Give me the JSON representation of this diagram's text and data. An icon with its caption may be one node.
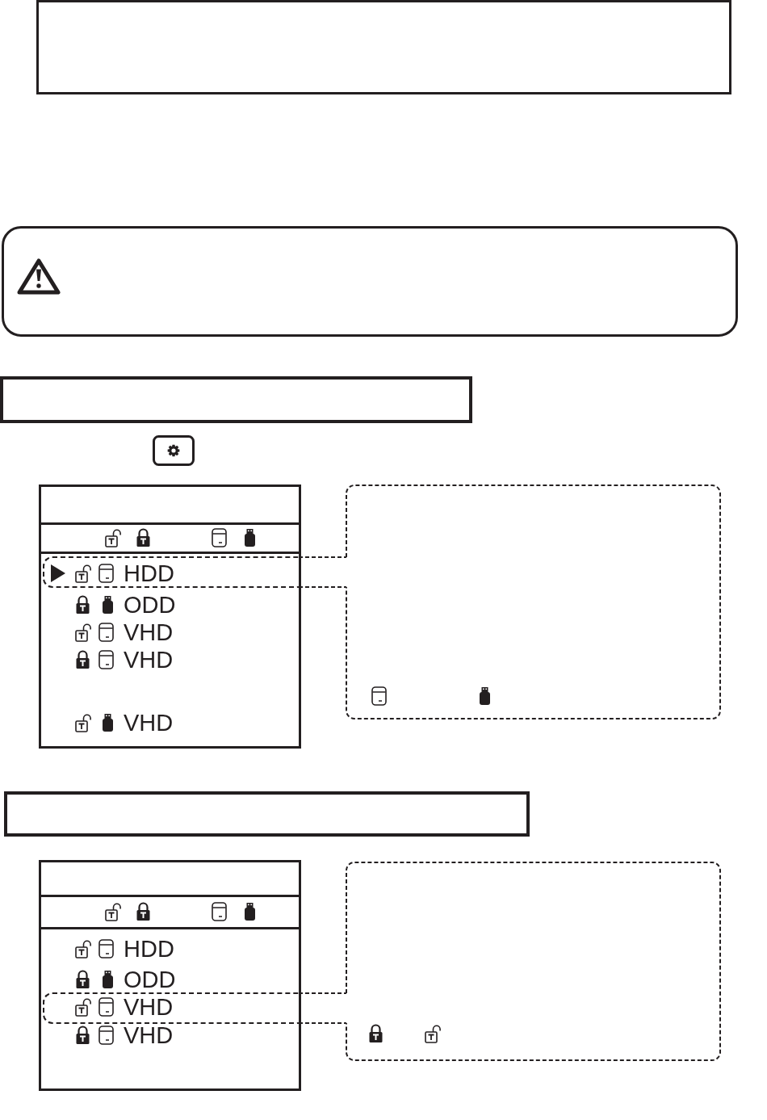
{
  "diagram": {
    "nodes": [
      {
        "text": [],
        "shape": "box"
      },
      {
        "text": [],
        "shape": "box"
      },
      {
        "text": [],
        "shape": "box"
      },
      {
        "text": [
          "ODD",
          "VHD",
          "VHD",
          "VHD"
        ]
      },
      {
        "text": [
          "HDD"
        ],
        "in": 3
      },
      {
        "text": [],
        "shape": "box"
      },
      {
        "text": [],
        "shape": "box"
      },
      {
        "text": [
          "HDD",
          "ODD",
          "VHD"
        ]
      },
      {
        "text": [
          "VHD"
        ],
        "in": 7
      },
      {
        "text": [],
        "shape": "box"
      }
    ],
    "edges": [
      {
        "from": 4,
        "to": 5,
        "arrow": "none",
        "style": "dashed"
      },
      {
        "from": 4,
        "to": 5,
        "arrow": "none",
        "style": "dashed"
      },
      {
        "from": 8,
        "to": 9,
        "arrow": "none",
        "style": "dashed"
      },
      {
        "from": 8,
        "to": 9,
        "arrow": "none",
        "style": "dashed"
      }
    ]
  }
}
